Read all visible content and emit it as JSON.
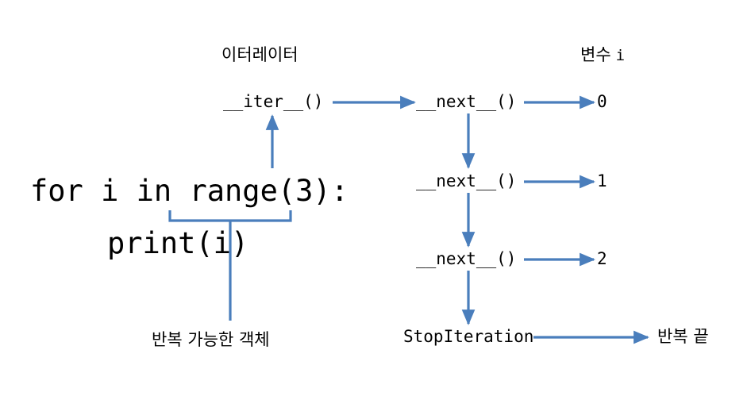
{
  "diagram": {
    "title_iterator": "이터레이터",
    "title_variable_prefix": "변수",
    "title_variable_name": "i",
    "accent_color": "#4A7EBC",
    "text_color": "#000000",
    "background": "#FFFFFF",
    "code": {
      "line1": "for i in range(3):",
      "line2": "print(i)"
    },
    "iter_call": "__iter__()",
    "next_calls": [
      {
        "label": "__next__()",
        "value": "0"
      },
      {
        "label": "__next__()",
        "value": "1"
      },
      {
        "label": "__next__()",
        "value": "2"
      }
    ],
    "stop_iteration": "StopIteration",
    "loop_end": "반복 끝",
    "iterable_object": "반복 가능한 객체"
  }
}
